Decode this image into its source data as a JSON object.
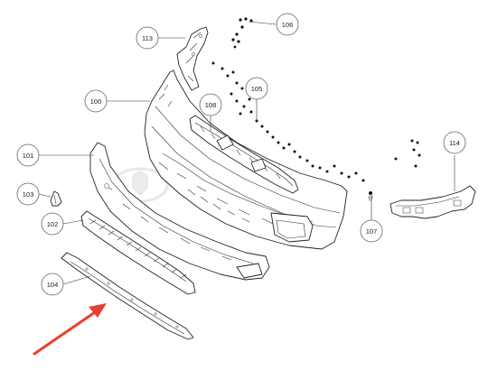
{
  "diagram": {
    "callouts": [
      {
        "id": "c113",
        "label": "113"
      },
      {
        "id": "c106",
        "label": "106"
      },
      {
        "id": "c100",
        "label": "100"
      },
      {
        "id": "c108",
        "label": "108"
      },
      {
        "id": "c105",
        "label": "105"
      },
      {
        "id": "c114",
        "label": "114"
      },
      {
        "id": "c101",
        "label": "101"
      },
      {
        "id": "c103",
        "label": "103"
      },
      {
        "id": "c102",
        "label": "102"
      },
      {
        "id": "c107",
        "label": "107"
      },
      {
        "id": "c104",
        "label": "104"
      }
    ],
    "arrow_color": "#e8402e",
    "watermark_icon": "shield-logo-icon"
  }
}
